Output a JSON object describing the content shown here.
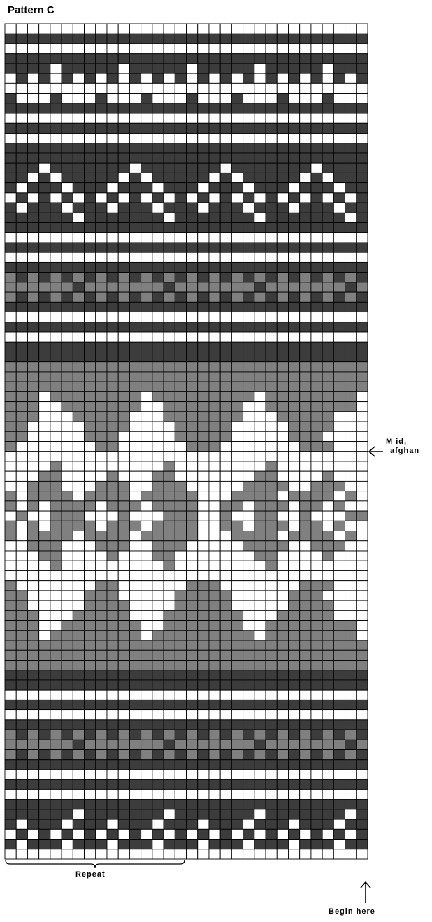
{
  "title": "Pattern C",
  "labels": {
    "mid_line1": "M id,",
    "mid_line2": "afghan",
    "repeat": "Repeat",
    "begin": "Begin here"
  },
  "colors": {
    "background": "#ffffff",
    "light": "#ffffff",
    "medium": "#808080",
    "dark": "#3c3c3c",
    "gridline": "#000000"
  },
  "grid": {
    "columns": 32,
    "rows": 84,
    "legend": "w = white, g = gray, d = dark",
    "pattern": [
      "wwwwwwwwwwwwwwwwwwwwwwwwwwwwwwww",
      "dddddddddddddddddddddddddddddddd",
      "wwwwwwwwwwwwwwwwwwwwwwwwwwwwwwww",
      "dddddddddddddddddddddddddddddddd",
      "ddddwdddddwdddddwdddddwdddddwddd",
      "wdwdwdwdwdwdwdwdwdwdwdwdwdwdwdwd",
      "wwwwwwwwwwwwwwwwwwwwwwwwwwwwwwww",
      "dwwwdwwwdwwwdwwwdwwwdwwwdwwwdwww",
      "dddddddddddddddddddddddddddddddd",
      "wwwwwwwwwwwwwwwwwwwwwwwwwwwwwwww",
      "dddddddddddddddddddddddddddddddd",
      "wwwwwwwwwwwwwwwwwwwwwwwwwwwwwwww",
      "dddddddddddddddddddddddddddddddd",
      "dddddddddddddddddddddddddddddddd",
      "dddwdddddddwdddddddwdddddddwdddd",
      "ddwdwdddddwdwdddddwdwdddddwdwddd",
      "dwdddwdddwdddwdddwdddwdddwdddwdd",
      "wdwdwdwdwdwdwdwdwdwdwdwdwdwdwdwd",
      "dwdddwdddwdddwdddwdddwdddwdddwdd",
      "ddddddwdddddddwdddddddwdddddddwd",
      "dddddddddddddddddddddddddddddddd",
      "wwwwwwwwwwwwwwwwwwwwwwwwwwwwwwww",
      "dddddddddddddddddddddddddddddddd",
      "wwwwwwwwwwwwwwwwwwwwwwwwwwwwwwww",
      "dddddddddddddddddddddddddddddddd",
      "gdgdgdgdgdgdgdgdgdgdgdgdgdgdgdgd",
      "ggggggdgggggggdgggggggdgggggggdg",
      "gdgdgdgdgdgdgdgdgdgdgdgdgdgdgdgd",
      "dddddddddddddddddddddddddddddddd",
      "wwwwwwwwwwwwwwwwwwwwwwwwwwwwwwww",
      "dddddddddddddddddddddddddddddddd",
      "wwwwwwwwwwwwwwwwwwwwwwwwwwwwwwww",
      "dddddddddddddddddddddddddddddddd",
      "dddddddddddddddddddddddddddddddd",
      "gggggggggggggggggggggggggggggggg",
      "gggggggggggggggggggggggggggggggg",
      "gggggggggggggggggggggggggggggggg",
      "gggwggggggggwgggggggggwggggggggw",
      "gggwwgggggggwwgggggggwwggggggggw",
      "gggwwwgggggwwwgggggggwwwgggggwww",
      "ggwwwwwggggwwwwgggggwwwwwggggwww",
      "ggwwwwwgggwwwwwgggggwwwwwgggwwww",
      "gwwwwwwwggwwwwwwgggwwwwwwwgggwww",
      "wwwwwwwwwwwwwwwwwwwwwwwwwwwwwwww",
      "wwwwgwwwwwwwwwgwwwwwwwwgwwwwwwww",
      "wwwggwwwwgwwwggwwwwwwwggwwwwgwww",
      "wwgggwwwgggwwgggwwwwwggggwwgggww",
      "gwggggwggggwgggggwwwggggwggggwgw",
      "gwgwggggwgggwggggwwggwgggwggwgww",
      "wgwwgggwwwgwwwgggwwgwwggwwgwwwgg",
      "gwgwggggwgggwggggwwggwgggwggwgww",
      "gwggggwggggwgggggwwwggggwggggwgw",
      "wwgggwwwgggwwgggwwwwwggggwwgggww",
      "wwwggwwwwgwwwggwwwwwwwggwwwwgwww",
      "wwwwgwwwwwwwwwgwwwwwwwwgwwwwwwww",
      "wwwwwwwwwwwwwwwwwwwwwwwwwwwwwwww",
      "gwwwwwwwggwwwwwwgggwwwwwwwgggwww",
      "ggwwwwwgggwwwwwgggggwwwwwgggwwww",
      "ggwwwwwggggwwwwgggggwwwwwggggwww",
      "gggwwwgggggwwwgggggggwwwgggggwww",
      "gggwwgggggggwwgggggggwwggggggggw",
      "gggwggggggggwgggggggggwggggggggw",
      "gggggggggggggggggggggggggggggggg",
      "gggggggggggggggggggggggggggggggg",
      "gggggggggggggggggggggggggggggggg",
      "dddddddddddddddddddddddddddddddd",
      "dddddddddddddddddddddddddddddddd",
      "wwwwwwwwwwwwwwwwwwwwwwwwwwwwwwww",
      "dddddddddddddddddddddddddddddddd",
      "wwwwwwwwwwwwwwwwwwwwwwwwwwwwwwww",
      "dddddddddddddddddddddddddddddddd",
      "gdgdgdgdgdgdgdgdgdgdgdgdgdgdgdgd",
      "ggggggdgggggggdgggggggdgggggggdg",
      "gdgdgdgdgdgdgdgdgdgdgdgdgdgdgdgd",
      "dddddddddddddddddddddddddddddddd",
      "wwwwwwwwwwwwwwwwwwwwwwwwwwwwwwww",
      "dddddddddddddddddddddddddddddddd",
      "wwwwwwwwwwwwwwwwwwwwwwwwwwwwwwww",
      "dddddddddddddddddddddddddddddddd",
      "ddddddwdddddddwdddddddwdddddddwd",
      "dwdddwdddwdddwdddwdddwdddwdddwdd",
      "wdwdwdwdwdwdwdwdwdwdwdwdwdwdwdwd",
      "dwdddwdddwdddwdddwdddwdddwdddwdd",
      "wwwwwwwwwwwwwwwwwwwwwwwwwwwwwwww"
    ]
  }
}
